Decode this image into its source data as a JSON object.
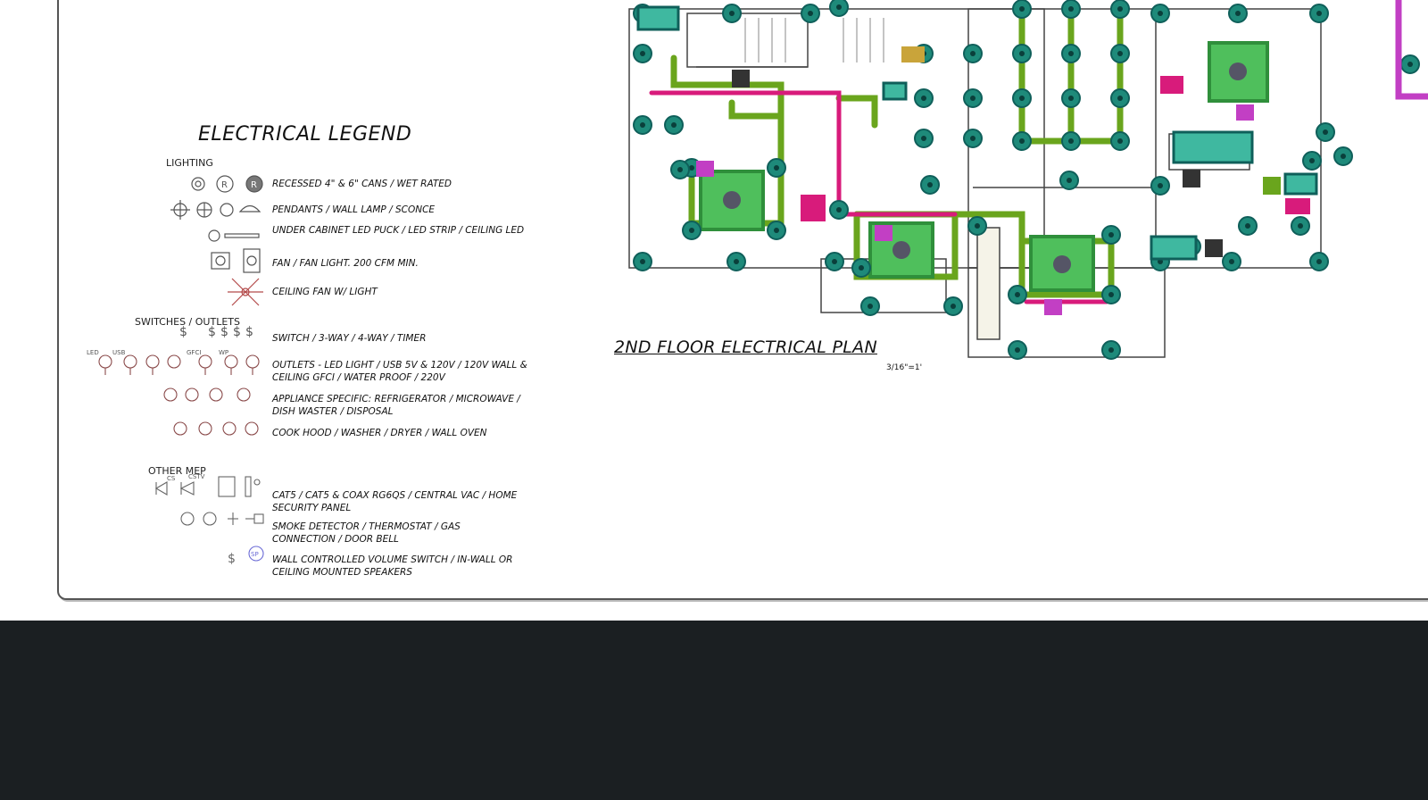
{
  "legend": {
    "title": "ELECTRICAL LEGEND",
    "categories": {
      "lighting": "LIGHTING",
      "switches": "SWITCHES / OUTLETS",
      "other": "OTHER MEP"
    },
    "items": [
      {
        "text": "RECESSED 4\" & 6\" CANS / WET RATED"
      },
      {
        "text": "PENDANTS / WALL LAMP / SCONCE"
      },
      {
        "text": "UNDER CABINET LED PUCK / LED STRIP / CEILING LED"
      },
      {
        "text": "FAN / FAN LIGHT.  200 CFM MIN."
      },
      {
        "text": "CEILING FAN W/ LIGHT"
      },
      {
        "text": "SWITCH / 3-WAY / 4-WAY / TIMER"
      },
      {
        "text": "OUTLETS - LED LIGHT / USB 5V & 120V / 120V WALL & CEILING GFCI / WATER PROOF / 220V"
      },
      {
        "text": "APPLIANCE SPECIFIC: REFRIGERATOR / MICROWAVE / DISH WASTER / DISPOSAL"
      },
      {
        "text": "COOK HOOD / WASHER / DRYER / WALL OVEN"
      },
      {
        "text": "CAT5 / CAT5 & COAX RG6QS / CENTRAL VAC / HOME SECURITY PANEL"
      },
      {
        "text": "SMOKE DETECTOR / THERMOSTAT / GAS CONNECTION / DOOR BELL"
      },
      {
        "text": "WALL CONTROLLED  VOLUME SWITCH /  IN-WALL OR CEILING MOUNTED SPEAKERS"
      }
    ],
    "symbol_labels": {
      "r": "R",
      "led": "LED",
      "usb": "USB",
      "gfci": "GFCI",
      "wp": "WP",
      "cs": "CS",
      "cstv": "CSTV",
      "sp": "SP"
    }
  },
  "plan": {
    "title": "2ND FLOOR ELECTRICAL PLAN",
    "scale": "3/16\"=1'"
  },
  "colors": {
    "fixture_teal": "#1e8a7a",
    "fixture_dark": "#0f5f5a",
    "wire_green": "#6aa51d",
    "wire_pink": "#d81b7b",
    "fan_green": "#3fae4a",
    "magenta": "#c23fc4",
    "bottom_bar": "#1b1f22"
  }
}
